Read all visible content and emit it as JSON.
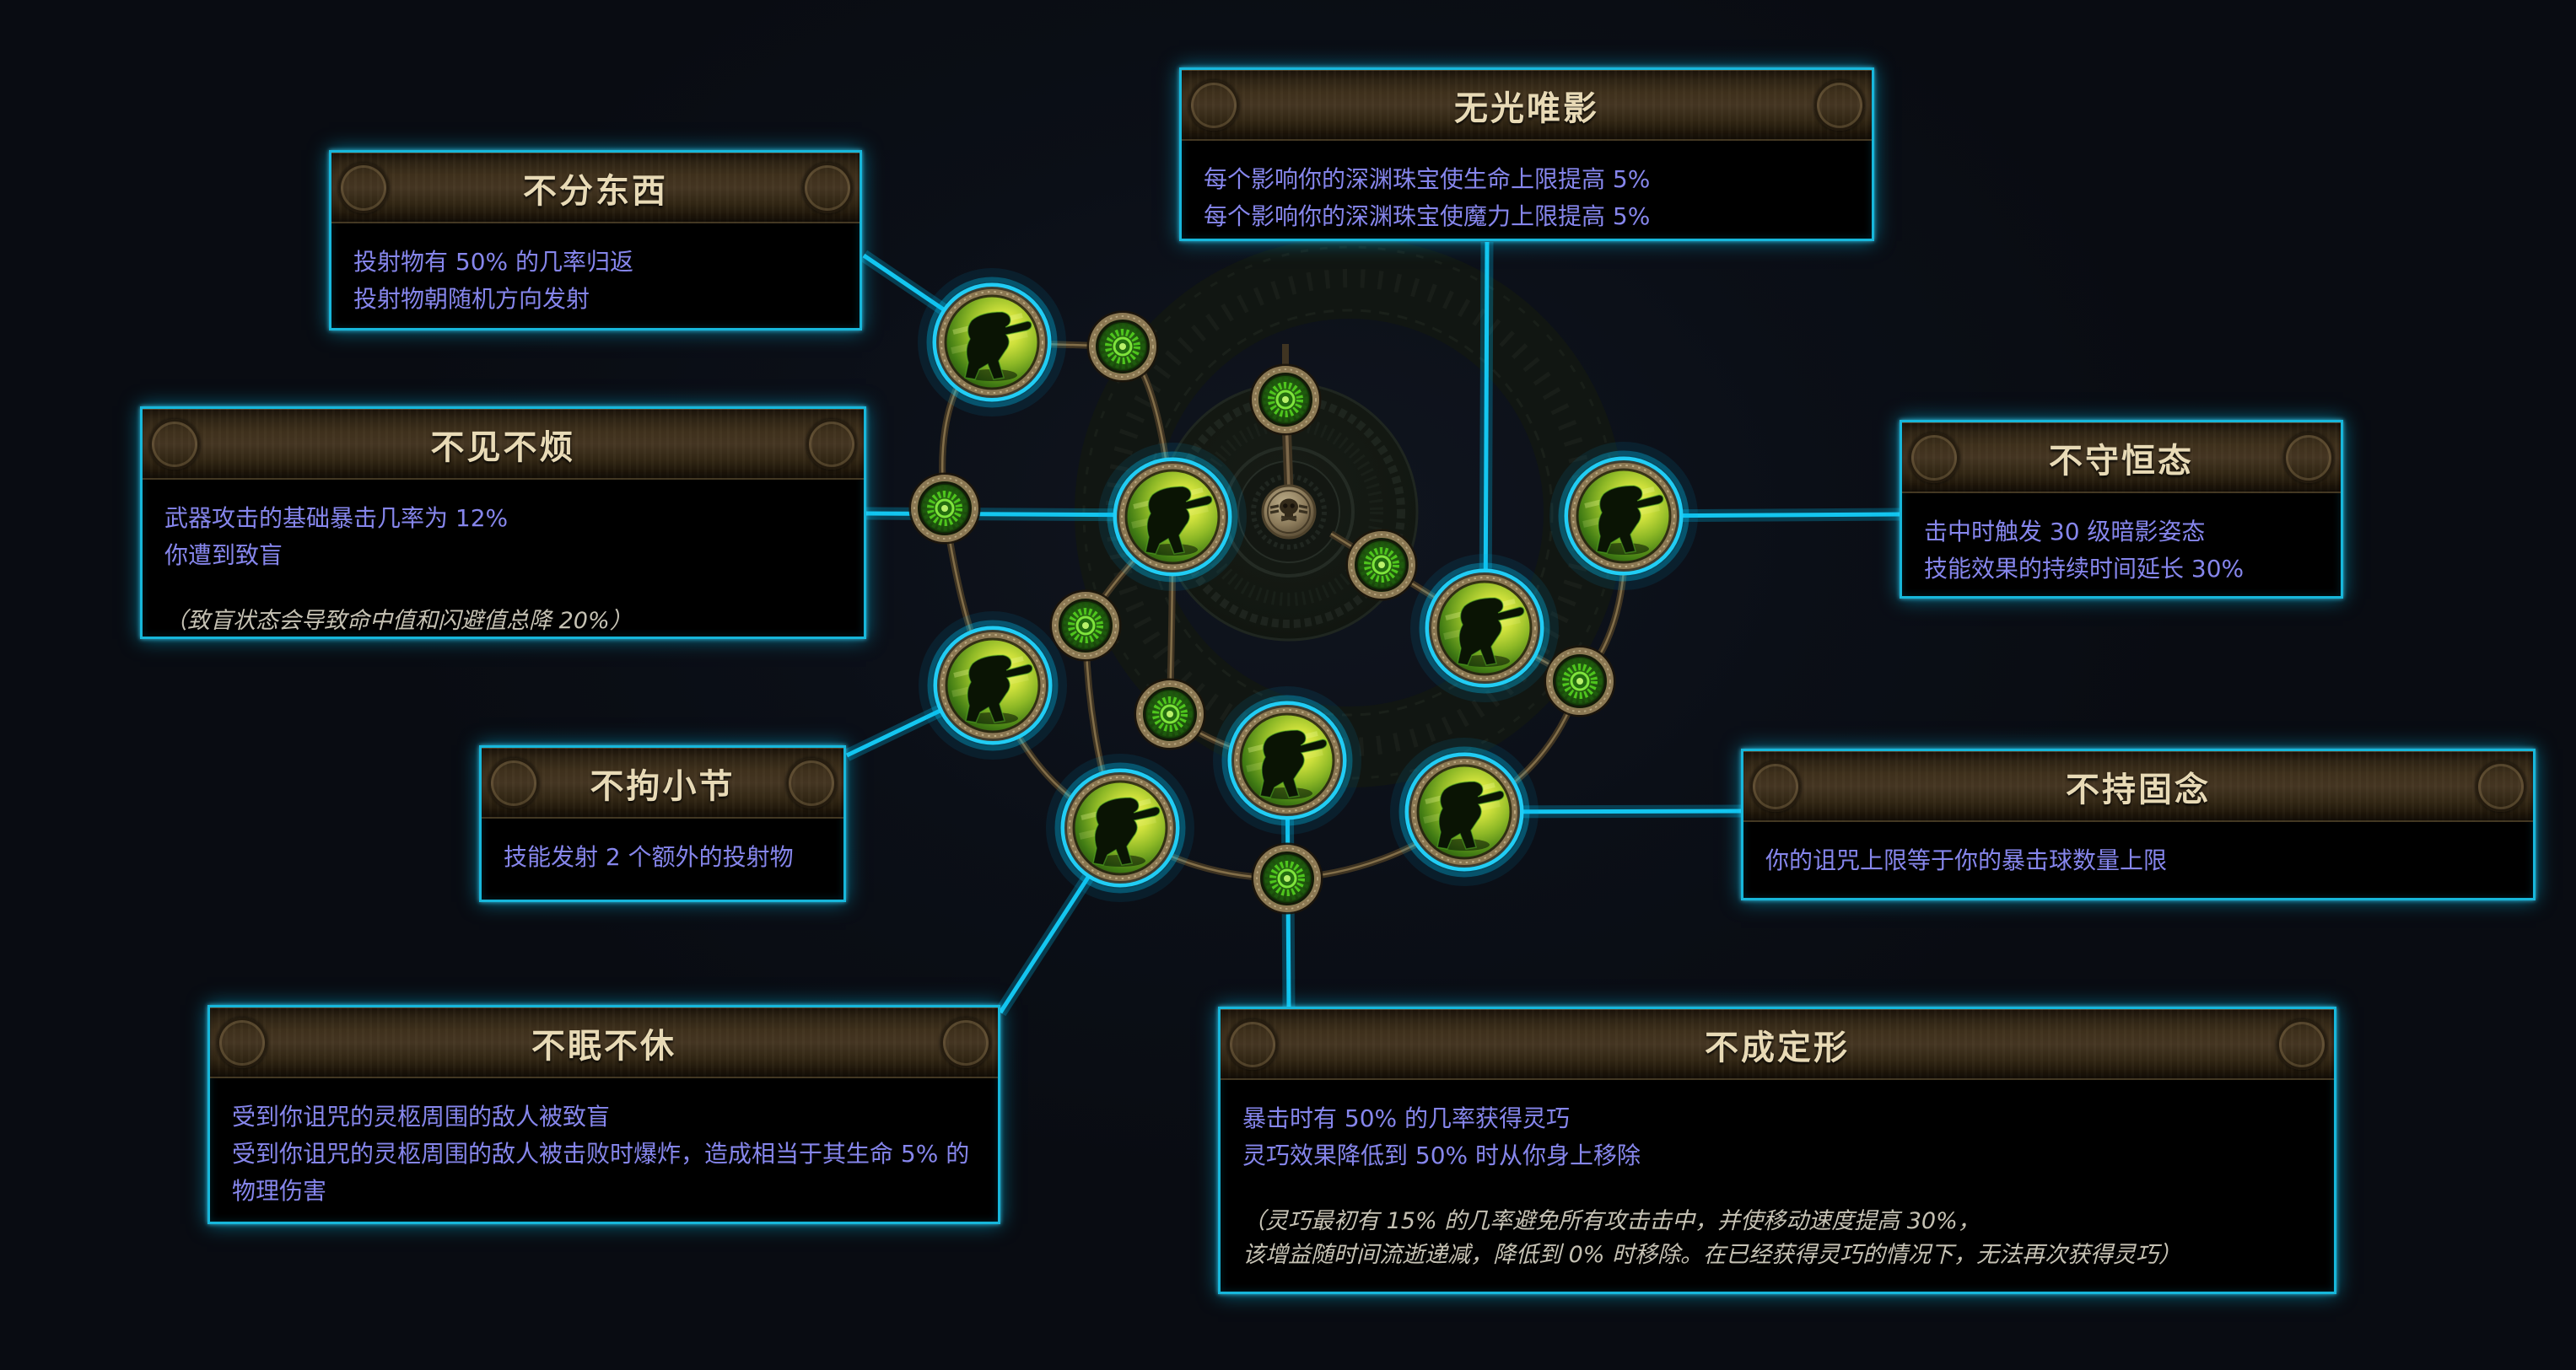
{
  "app": {
    "name": "passive-skill-tree-viewer"
  },
  "colors": {
    "accent_cyan": "#17b7db",
    "stat_text": "#8686ec",
    "reminder_text": "#c6c2b4",
    "title_text": "#e8dab6",
    "node_green": "#9fd022",
    "frame_bronze": "#8b7853",
    "background": "#0b0f17"
  },
  "tree": {
    "notable_icon": "crouching-figure",
    "small_icon": "green-rosette-jewel",
    "center_icon": "skull-medallion",
    "notable_count": 8,
    "small_count": 8
  },
  "tooltips": [
    {
      "title": "不分东西",
      "stats": [
        "投射物有 50% 的几率归返",
        "投射物朝随机方向发射"
      ],
      "reminder": []
    },
    {
      "title": "无光唯影",
      "stats": [
        "每个影响你的深渊珠宝使生命上限提高 5%",
        "每个影响你的深渊珠宝使魔力上限提高 5%"
      ],
      "reminder": []
    },
    {
      "title": "不见不烦",
      "stats": [
        "武器攻击的基础暴击几率为 12%",
        "你遭到致盲"
      ],
      "reminder": [
        "（致盲状态会导致命中值和闪避值总降 20%）"
      ]
    },
    {
      "title": "不拘小节",
      "stats": [
        "技能发射 2 个额外的投射物"
      ],
      "reminder": []
    },
    {
      "title": "不守恒态",
      "stats": [
        "击中时触发 30 级暗影姿态",
        "技能效果的持续时间延长 30%"
      ],
      "reminder": []
    },
    {
      "title": "不持固念",
      "stats": [
        "你的诅咒上限等于你的暴击球数量上限"
      ],
      "reminder": []
    },
    {
      "title": "不眠不休",
      "stats": [
        "受到你诅咒的灵柩周围的敌人被致盲",
        "受到你诅咒的灵柩周围的敌人被击败时爆炸，造成相当于其生命 5% 的物理伤害"
      ],
      "reminder": []
    },
    {
      "title": "不成定形",
      "stats": [
        "暴击时有 50% 的几率获得灵巧",
        "灵巧效果降低到 50% 时从你身上移除"
      ],
      "reminder": [
        "（灵巧最初有 15% 的几率避免所有攻击击中，并使移动速度提高 30%，",
        "该增益随时间流逝递减，降低到 0% 时移除。在已经获得灵巧的情况下，无法再次获得灵巧）"
      ]
    }
  ]
}
